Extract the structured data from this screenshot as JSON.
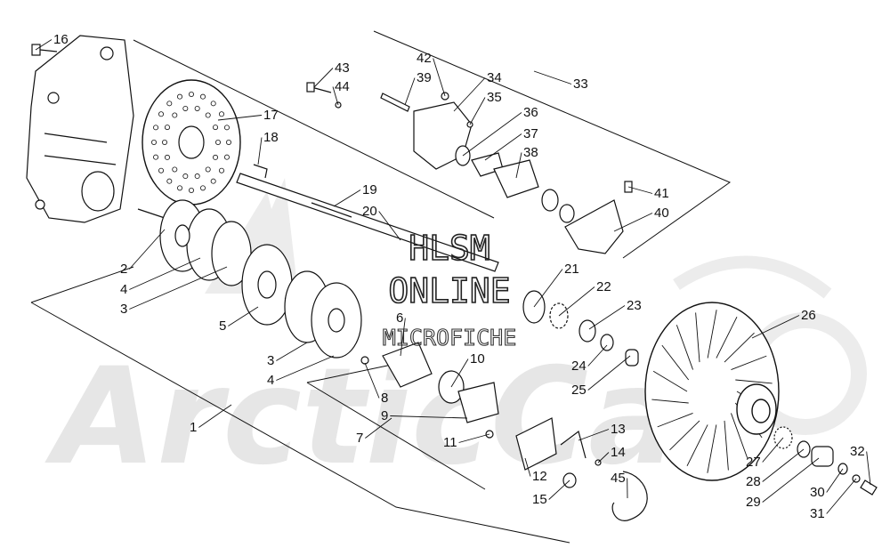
{
  "watermark": {
    "line1": "HLSM",
    "line2": "ONLINE",
    "line3": "MICROFICHE",
    "brand": "ArcticCat",
    "logo_color": "#e6e6e6"
  },
  "callouts": [
    {
      "id": "c1",
      "text": "1"
    },
    {
      "id": "c2",
      "text": "2"
    },
    {
      "id": "c3a",
      "text": "3"
    },
    {
      "id": "c3b",
      "text": "3"
    },
    {
      "id": "c4a",
      "text": "4"
    },
    {
      "id": "c4b",
      "text": "4"
    },
    {
      "id": "c5",
      "text": "5"
    },
    {
      "id": "c6",
      "text": "6"
    },
    {
      "id": "c7",
      "text": "7"
    },
    {
      "id": "c8",
      "text": "8"
    },
    {
      "id": "c9",
      "text": "9"
    },
    {
      "id": "c10",
      "text": "10"
    },
    {
      "id": "c11",
      "text": "11"
    },
    {
      "id": "c12",
      "text": "12"
    },
    {
      "id": "c13",
      "text": "13"
    },
    {
      "id": "c14",
      "text": "14"
    },
    {
      "id": "c15",
      "text": "15"
    },
    {
      "id": "c16",
      "text": "16"
    },
    {
      "id": "c17",
      "text": "17"
    },
    {
      "id": "c18",
      "text": "18"
    },
    {
      "id": "c19",
      "text": "19"
    },
    {
      "id": "c20",
      "text": "20"
    },
    {
      "id": "c21",
      "text": "21"
    },
    {
      "id": "c22",
      "text": "22"
    },
    {
      "id": "c23",
      "text": "23"
    },
    {
      "id": "c24",
      "text": "24"
    },
    {
      "id": "c25",
      "text": "25"
    },
    {
      "id": "c26",
      "text": "26"
    },
    {
      "id": "c27",
      "text": "27"
    },
    {
      "id": "c28",
      "text": "28"
    },
    {
      "id": "c29",
      "text": "29"
    },
    {
      "id": "c30",
      "text": "30"
    },
    {
      "id": "c31",
      "text": "31"
    },
    {
      "id": "c32",
      "text": "32"
    },
    {
      "id": "c33",
      "text": "33"
    },
    {
      "id": "c34",
      "text": "34"
    },
    {
      "id": "c35",
      "text": "35"
    },
    {
      "id": "c36",
      "text": "36"
    },
    {
      "id": "c37",
      "text": "37"
    },
    {
      "id": "c38",
      "text": "38"
    },
    {
      "id": "c39",
      "text": "39"
    },
    {
      "id": "c40",
      "text": "40"
    },
    {
      "id": "c41",
      "text": "41"
    },
    {
      "id": "c42",
      "text": "42"
    },
    {
      "id": "c43",
      "text": "43"
    },
    {
      "id": "c44",
      "text": "44"
    },
    {
      "id": "c45",
      "text": "45"
    }
  ]
}
